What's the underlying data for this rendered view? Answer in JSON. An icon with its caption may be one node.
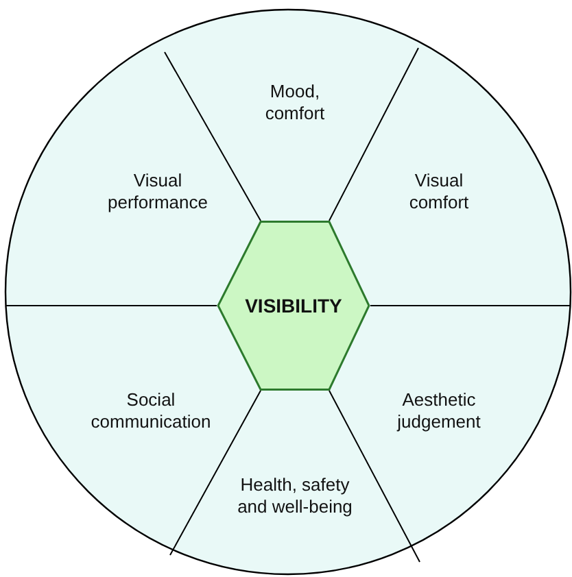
{
  "diagram": {
    "nodes": [
      {
        "text": [
          "Mood, comfort"
        ]
      },
      {
        "text": [
          "Visual performance"
        ]
      },
      {
        "text": [
          "Visual comfort"
        ]
      },
      {
        "text": [
          "VISIBILITY"
        ]
      },
      {
        "text": [
          "Social communication"
        ]
      },
      {
        "text": [
          "Aesthetic judgement"
        ]
      },
      {
        "text": [
          "Health, safety and well-being"
        ]
      }
    ]
  }
}
